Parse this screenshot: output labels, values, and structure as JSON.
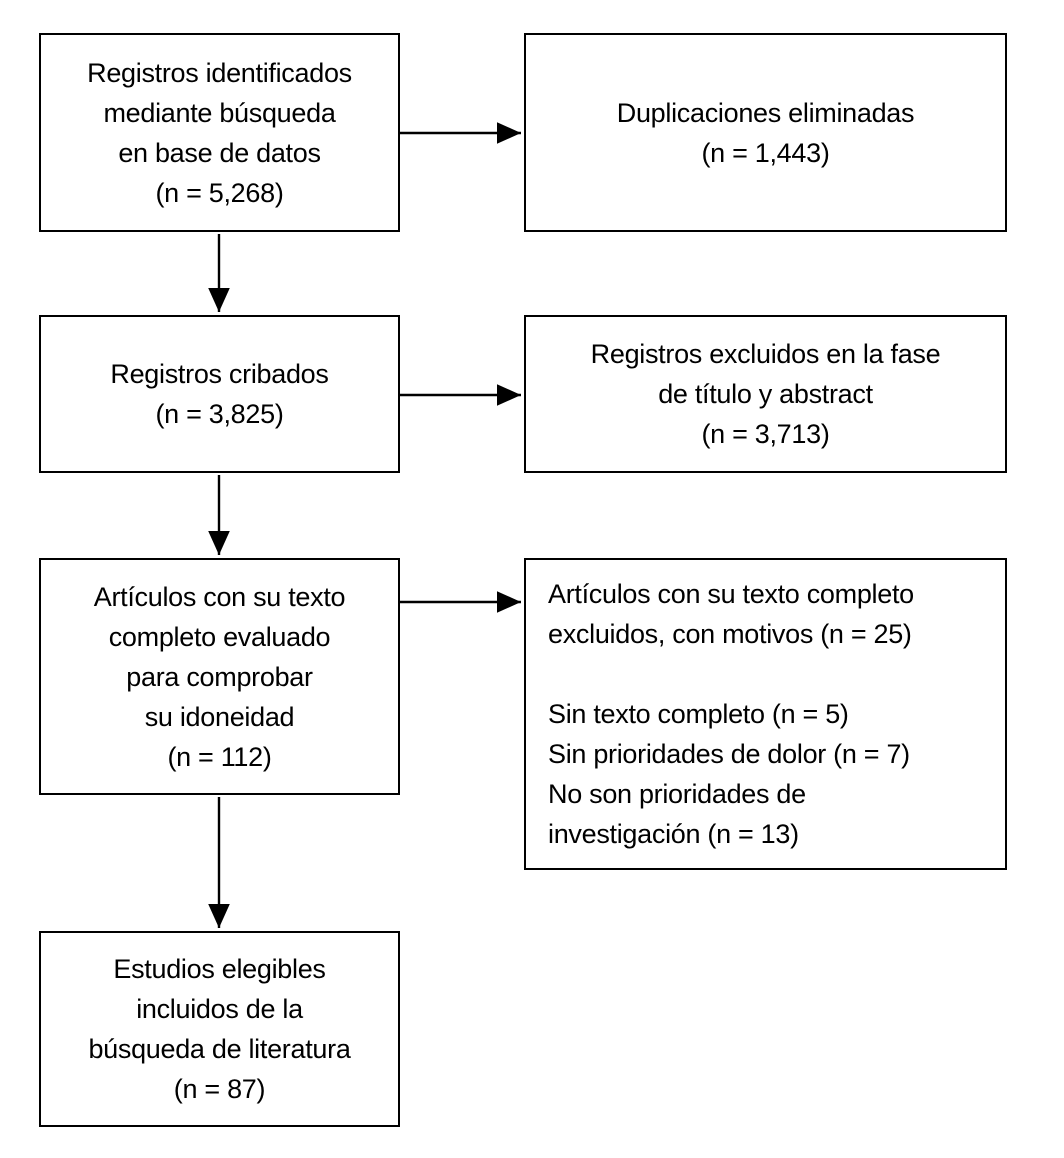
{
  "colors": {
    "background": "#ffffff",
    "box_border": "#000000",
    "text": "#000000",
    "arrow": "#000000"
  },
  "flow": {
    "identified": {
      "lines": [
        "Registros identificados",
        "mediante búsqueda",
        "en base de datos",
        "(n = 5,268)"
      ]
    },
    "duplicates_removed": {
      "lines": [
        "Duplicaciones eliminadas",
        "(n = 1,443)"
      ]
    },
    "screened": {
      "lines": [
        "Registros cribados",
        "(n = 3,825)"
      ]
    },
    "excluded_title_abstract": {
      "lines": [
        "Registros excluidos en la fase",
        "de título y abstract",
        "(n = 3,713)"
      ]
    },
    "fulltext_assessed": {
      "lines": [
        "Artículos con su texto",
        "completo evaluado",
        "para comprobar",
        "su idoneidad",
        "(n = 112)"
      ]
    },
    "fulltext_excluded": {
      "lines": [
        "Artículos con su texto completo",
        "excluidos, con motivos (n = 25)",
        " ",
        "Sin texto completo (n = 5)",
        "Sin prioridades de dolor (n = 7)",
        "No son prioridades de",
        "investigación (n = 13)"
      ]
    },
    "included": {
      "lines": [
        "Estudios elegibles",
        "incluidos de la",
        "búsqueda de literatura",
        "(n = 87)"
      ]
    }
  }
}
